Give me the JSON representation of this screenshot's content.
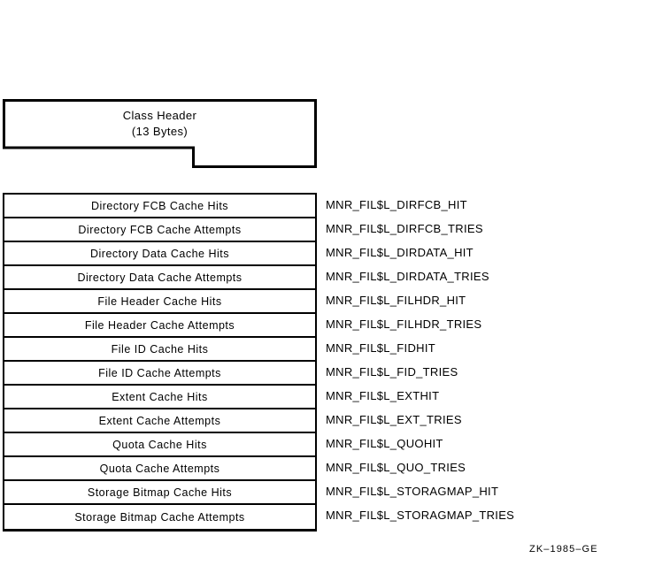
{
  "figure": {
    "id_label": "ZK–1985–GE"
  },
  "header_block": {
    "title": "Class Header",
    "size_note": "(13 Bytes)"
  },
  "table": {
    "rows": [
      {
        "field": "Directory FCB Cache Hits",
        "symbol": "MNR_FIL$L_DIRFCB_HIT"
      },
      {
        "field": "Directory FCB Cache Attempts",
        "symbol": "MNR_FIL$L_DIRFCB_TRIES"
      },
      {
        "field": "Directory Data Cache Hits",
        "symbol": "MNR_FIL$L_DIRDATA_HIT"
      },
      {
        "field": "Directory Data Cache Attempts",
        "symbol": "MNR_FIL$L_DIRDATA_TRIES"
      },
      {
        "field": "File Header Cache Hits",
        "symbol": "MNR_FIL$L_FILHDR_HIT"
      },
      {
        "field": "File Header Cache Attempts",
        "symbol": "MNR_FIL$L_FILHDR_TRIES"
      },
      {
        "field": "File ID Cache Hits",
        "symbol": "MNR_FIL$L_FIDHIT"
      },
      {
        "field": "File ID Cache Attempts",
        "symbol": "MNR_FIL$L_FID_TRIES"
      },
      {
        "field": "Extent Cache Hits",
        "symbol": "MNR_FIL$L_EXTHIT"
      },
      {
        "field": "Extent Cache Attempts",
        "symbol": "MNR_FIL$L_EXT_TRIES"
      },
      {
        "field": "Quota Cache Hits",
        "symbol": "MNR_FIL$L_QUOHIT"
      },
      {
        "field": "Quota Cache Attempts",
        "symbol": "MNR_FIL$L_QUO_TRIES"
      },
      {
        "field": "Storage Bitmap Cache Hits",
        "symbol": "MNR_FIL$L_STORAGMAP_HIT"
      },
      {
        "field": "Storage Bitmap Cache Attempts",
        "symbol": "MNR_FIL$L_STORAGMAP_TRIES"
      }
    ]
  },
  "colors": {
    "ink": "#000000",
    "paper": "#ffffff"
  }
}
